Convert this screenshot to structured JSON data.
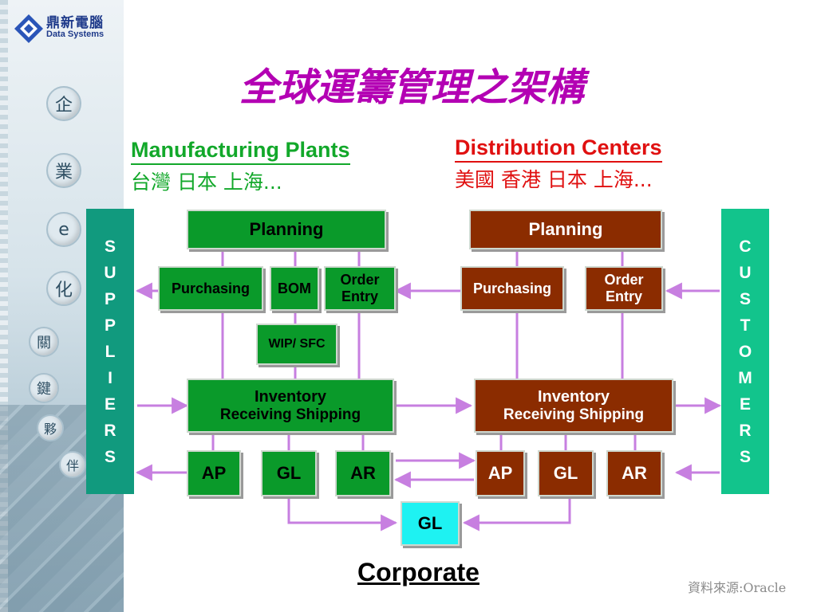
{
  "logo": {
    "cn": "鼎新電腦",
    "en": "Data Systems"
  },
  "sidebar_chars": [
    "企",
    "業",
    "e",
    "化",
    "關",
    "鍵",
    "夥",
    "伴"
  ],
  "title": "全球運籌管理之架構",
  "manufacturing": {
    "title": "Manufacturing Plants",
    "locations": "台灣 日本 上海..."
  },
  "distribution": {
    "title": "Distribution Centers",
    "locations": "美國 香港 日本 上海..."
  },
  "suppliers_letters": [
    "S",
    "U",
    "P",
    "P",
    "L",
    "I",
    "E",
    "R",
    "S"
  ],
  "customers_letters": [
    "C",
    "U",
    "S",
    "T",
    "O",
    "M",
    "E",
    "R",
    "S"
  ],
  "mfg_boxes": {
    "planning": "Planning",
    "purchasing": "Purchasing",
    "bom": "BOM",
    "order_entry_1": "Order",
    "order_entry_2": "Entry",
    "wip": "WIP/ SFC",
    "inventory": "Inventory",
    "inventory_sub": "Receiving Shipping",
    "ap": "AP",
    "gl": "GL",
    "ar": "AR"
  },
  "dist_boxes": {
    "planning": "Planning",
    "purchasing": "Purchasing",
    "order_entry_1": "Order",
    "order_entry_2": "Entry",
    "inventory": "Inventory",
    "inventory_sub": "Receiving  Shipping",
    "ap": "AP",
    "gl": "GL",
    "ar": "AR"
  },
  "corporate_gl": "GL",
  "corporate": "Corporate",
  "source": "資料來源:Oracle",
  "colors": {
    "title": "#b300b3",
    "green": "#0a9a2a",
    "brown": "#8b2c00",
    "teal": "#119a7e",
    "cyan": "#1ef2f2",
    "arrow": "#c77fe0"
  }
}
